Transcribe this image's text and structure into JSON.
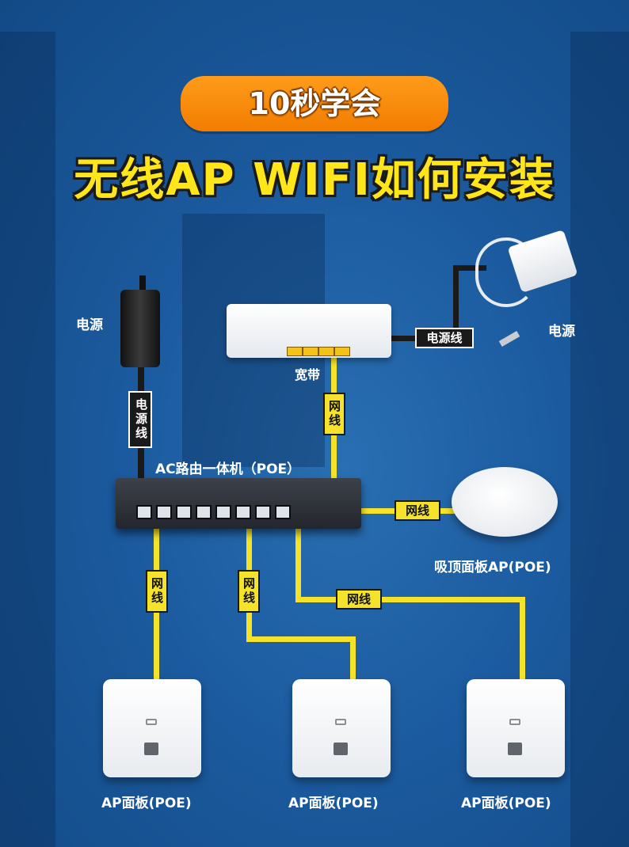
{
  "header": {
    "pill_text": "10秒学会",
    "headline": "无线AP  WIFI如何安装"
  },
  "labels": {
    "power_left": "电源",
    "power_right": "电源",
    "modem": "宽带",
    "router": "AC路由一体机（POE）",
    "ceiling_ap": "吸顶面板AP(POE)",
    "panel_1": "AP面板(POE)",
    "panel_2": "AP面板(POE)",
    "panel_3": "AP面板(POE)"
  },
  "cable_tags": {
    "power_cable_left": "电源线",
    "power_cable_right": "电源线",
    "net_modem": "网线",
    "net_ceiling": "网线",
    "net_panel_1": "网线",
    "net_panel_2": "网线",
    "net_panel_3": "网线"
  },
  "colors": {
    "background": "#1b5a9e",
    "pill": "#f78a0a",
    "headline": "#ffe61a",
    "cable": "#f4e32a"
  }
}
